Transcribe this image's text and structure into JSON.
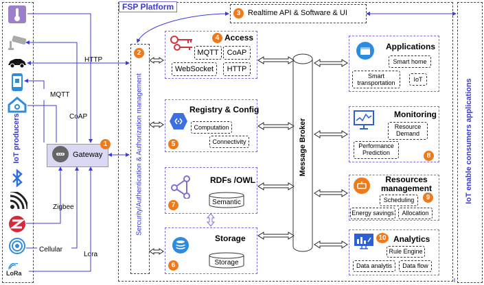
{
  "platform": {
    "title": "FSP Platform"
  },
  "realtime": {
    "number": "3",
    "label": "Realtime API & Software & UI"
  },
  "security": {
    "number": "2",
    "label": "Sercurity/Authentication & Authorization management"
  },
  "gateway": {
    "number": "1",
    "label": "Gateway"
  },
  "producers": {
    "label": "IoT producers"
  },
  "consumers": {
    "label": "IoT enable consumers applications"
  },
  "links": {
    "http": "HTTP",
    "mqtt": "MQTT",
    "coap": "CoAP",
    "zigbee": "Zigbee",
    "cellular": "Cellular",
    "lora": "Lora"
  },
  "devices": {
    "lora_logo": "LoRa"
  },
  "access": {
    "number": "4",
    "title": "Access",
    "protocols": [
      "MQTT",
      "CoAP",
      "WebSocket",
      "HTTP"
    ]
  },
  "registry": {
    "number": "5",
    "title": "Registry  & Config",
    "items": [
      "Computation",
      "Connectivity"
    ]
  },
  "rdf": {
    "number": "7",
    "title": "RDFs /OWL",
    "items": [
      "Semantic"
    ]
  },
  "storage": {
    "number": "6",
    "title": "Storage",
    "items": [
      "Storage"
    ]
  },
  "broker": {
    "label": "Message Broker"
  },
  "applications": {
    "title": "Applications",
    "items": [
      "Smart home",
      "Smart\ntransportation",
      "IoT"
    ]
  },
  "monitoring": {
    "number": "8",
    "title": "Monitoring",
    "items": [
      "Resource\nDemand",
      "Performance\nPrediction"
    ]
  },
  "resources": {
    "number": "9",
    "title": "Resources\nmanagement",
    "items": [
      "Scheduling",
      "Energy savings",
      "Allocation"
    ]
  },
  "analytics": {
    "number": "10",
    "title": "Analytics",
    "items": [
      "Rule Engine",
      "Data analytis",
      "Data flow"
    ]
  },
  "colors": {
    "accent": "#7b6fd6",
    "badge": "#f07a1a",
    "label_blue": "#3a3ad0",
    "gateway_bg": "#d9d9f3",
    "arrow": "#3b3bd6"
  }
}
